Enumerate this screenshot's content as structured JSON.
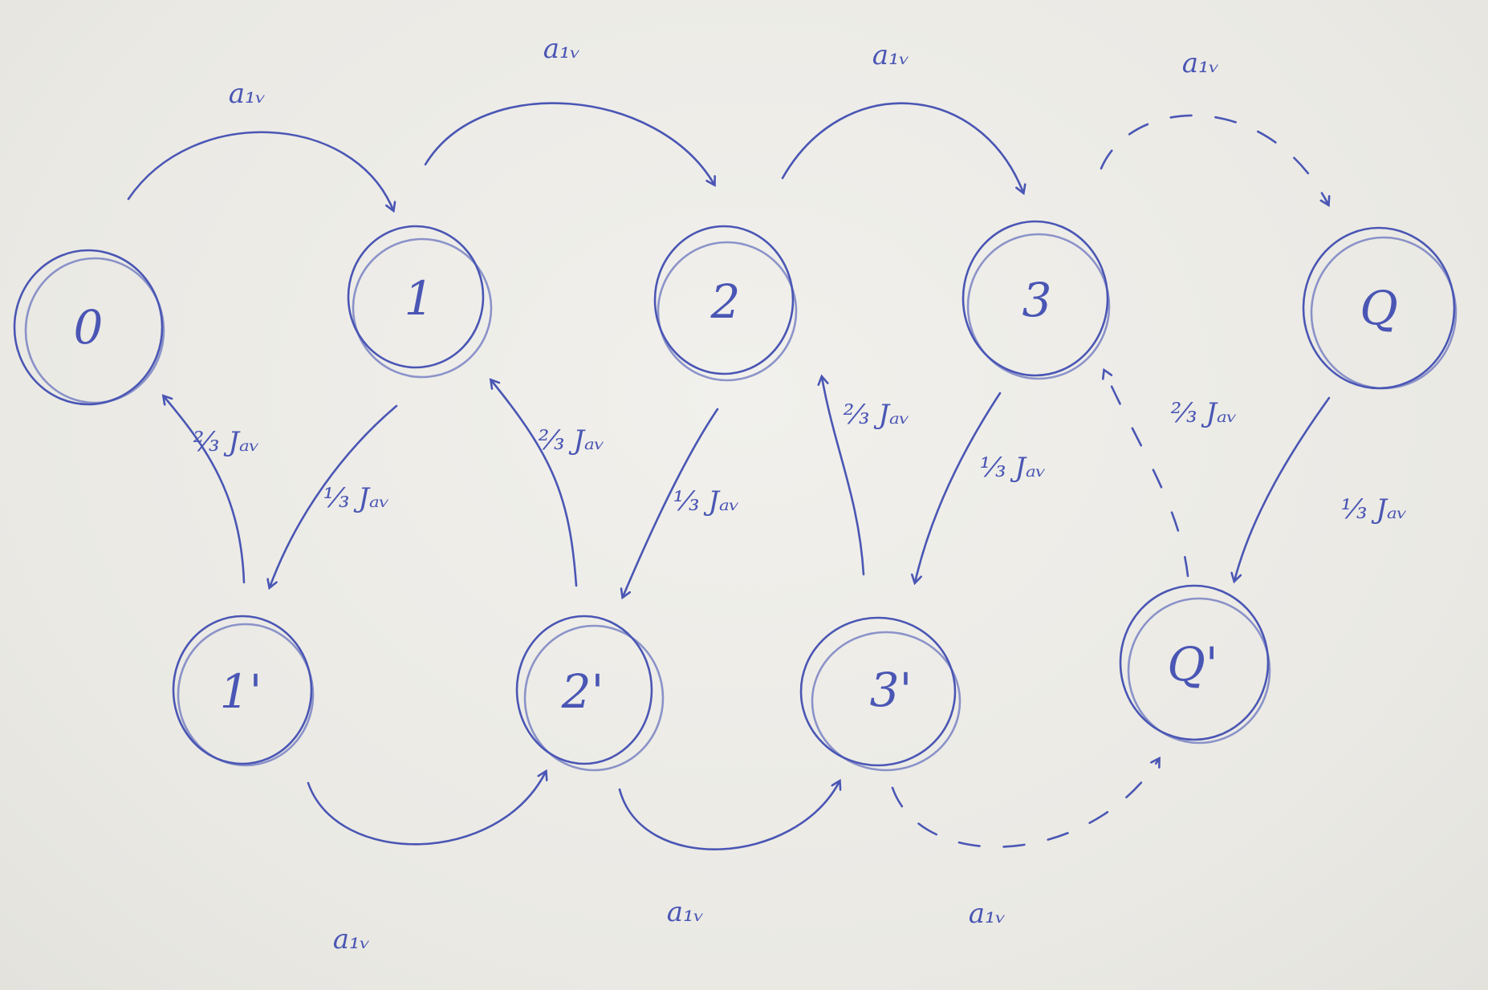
{
  "nodes": {
    "n0": "0",
    "n1": "1",
    "n2": "2",
    "n3": "3",
    "nQ": "Q",
    "n1p": "1'",
    "n2p": "2'",
    "n3p": "3'",
    "nQp": "Q'"
  },
  "edges": {
    "top_0_1": "a₁ᵥ",
    "top_1_2": "a₁ᵥ",
    "top_2_3": "a₁ᵥ",
    "top_3_Q": "a₁ᵥ",
    "bot_1p_2p": "a₁ᵥ",
    "bot_2p_3p": "a₁ᵥ",
    "bot_3p_Qp": "a₁ᵥ",
    "up_1p_0": "⅔ Jₐᵥ",
    "up_2p_1": "⅔ Jₐᵥ",
    "up_3p_2": "⅔ Jₐᵥ",
    "up_Qp_3": "⅔ Jₐᵥ",
    "down_1_1p": "⅓ Jₐᵥ",
    "down_2_2p": "⅓ Jₐᵥ",
    "down_3_3p": "⅓ Jₐᵥ",
    "down_Q_Qp": "⅓ Jₐᵥ"
  },
  "colors": {
    "ink": "#4a56b4",
    "paper": "#ecebe7"
  }
}
